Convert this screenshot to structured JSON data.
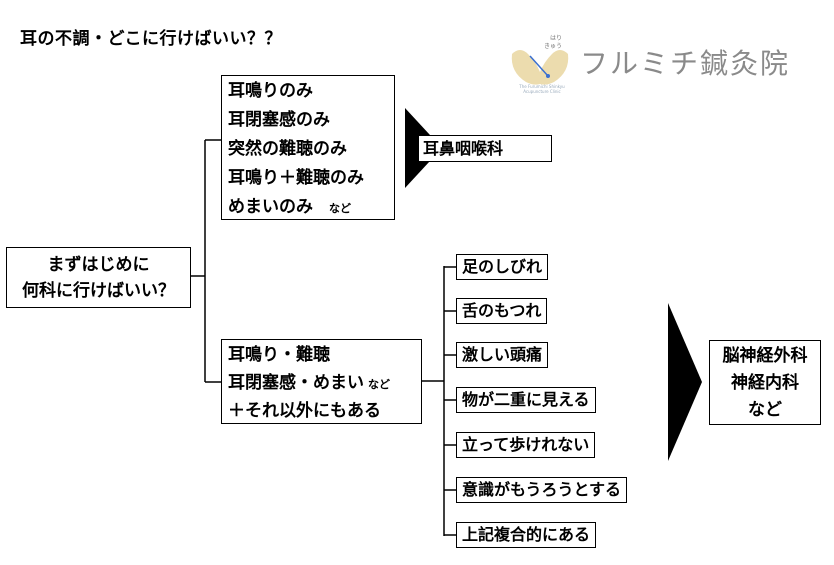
{
  "title": "耳の不調・どこに行けばいい？？",
  "logo": {
    "name": "フルミチ鍼灸院",
    "small_vertical": "はり きゅう",
    "fine_print": "The Furumichi Shinkyu Acupuncture Clinic"
  },
  "start": {
    "lines": [
      "まずはじめに",
      "何科に行けばいい？"
    ]
  },
  "group1": {
    "lines": [
      "耳鳴りのみ",
      "耳閉塞感のみ",
      "突然の難聴のみ",
      "耳鳴り＋難聴のみ",
      "めまいのみ"
    ],
    "suffix": "など"
  },
  "destination1": {
    "label": "耳鼻咽喉科"
  },
  "group2": {
    "lines": [
      "耳鳴り・難聴",
      "耳閉塞感・めまい",
      "＋それ以外にもある"
    ],
    "suffix": "など"
  },
  "symptoms": [
    "足のしびれ",
    "舌のもつれ",
    "激しい頭痛",
    "物が二重に見える",
    "立って歩けれない",
    "意識がもうろうとする",
    "上記複合的にある"
  ],
  "destination2": {
    "lines": [
      "脳神経外科",
      "神経内科",
      "など"
    ]
  },
  "colors": {
    "line": "#000000",
    "logo_text": "#8a8a8a",
    "logo_accent": "#e8d6a8",
    "logo_blue": "#3a6fd0"
  }
}
